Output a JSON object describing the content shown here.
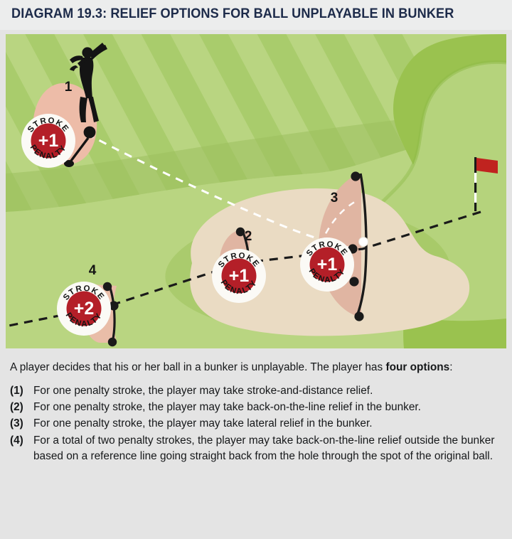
{
  "header": {
    "title": "DIAGRAM 19.3:  RELIEF OPTIONS FOR BALL UNPLAYABLE IN BUNKER"
  },
  "diagram": {
    "alt": "Golf hole illustration showing four relief options for a ball unplayable in a bunker",
    "colors": {
      "fairway_light": "#b9d581",
      "fairway_stripe": "#a9cc6c",
      "rough": "#9ac24f",
      "green": "#b5d37c",
      "green_shadow": "#8fbb49",
      "sand": "#eadbc3",
      "relief_zone": "#e0b5a2",
      "badge_red": "#b41f28",
      "badge_white": "#fbfaf6",
      "flag_red": "#c0231f",
      "line_dark": "#1a1a1a",
      "line_white": "#ffffff"
    },
    "markers": [
      {
        "id": "1",
        "label": "1",
        "penalty": "+1",
        "badge_top": "STROKE",
        "badge_bottom": "PENALTY"
      },
      {
        "id": "2",
        "label": "2",
        "penalty": "+1",
        "badge_top": "STROKE",
        "badge_bottom": "PENALTY"
      },
      {
        "id": "3",
        "label": "3",
        "penalty": "+1",
        "badge_top": "STROKE",
        "badge_bottom": "PENALTY"
      },
      {
        "id": "4",
        "label": "4",
        "penalty": "+2",
        "badge_top": "STROKE",
        "badge_bottom": "PENALTY"
      }
    ],
    "features": {
      "golfer": "golfer-silhouette",
      "flagstick": "flagstick-icon",
      "original_ball": "original-ball",
      "stroke_line": "white-dashed-flight-line",
      "reference_line": "black-dashed-reference-line"
    }
  },
  "caption": {
    "intro_a": "A player decides that his or her ball in a bunker is unplayable. The player has ",
    "intro_b": "four options",
    "intro_c": ":",
    "options": [
      {
        "num": "(1)",
        "text": "For one penalty stroke, the player may take stroke-and-distance relief."
      },
      {
        "num": "(2)",
        "text": "For one penalty stroke, the player may take back-on-the-line relief in the bunker."
      },
      {
        "num": "(3)",
        "text": "For one penalty stroke, the player may take lateral relief in the bunker."
      },
      {
        "num": "(4)",
        "text": "For a total of two penalty strokes, the player may take back-on-the-line relief outside the bunker based on a reference line going straight back from the hole through the spot of the original ball."
      }
    ]
  }
}
